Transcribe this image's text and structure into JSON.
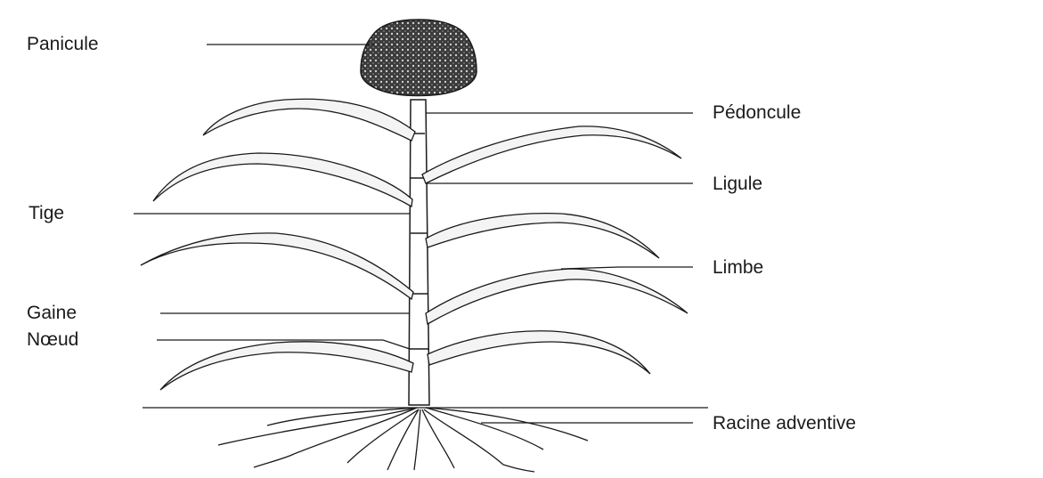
{
  "labels": {
    "panicule": "Panicule",
    "pedoncule": "Pédoncule",
    "ligule": "Ligule",
    "tige": "Tige",
    "limbe": "Limbe",
    "gaine": "Gaine",
    "noeud": "Nœud",
    "racine": "Racine adventive"
  },
  "colors": {
    "ink": "#1a1a1a",
    "leaf_fill": "#f4f4f4",
    "background": "#ffffff"
  }
}
